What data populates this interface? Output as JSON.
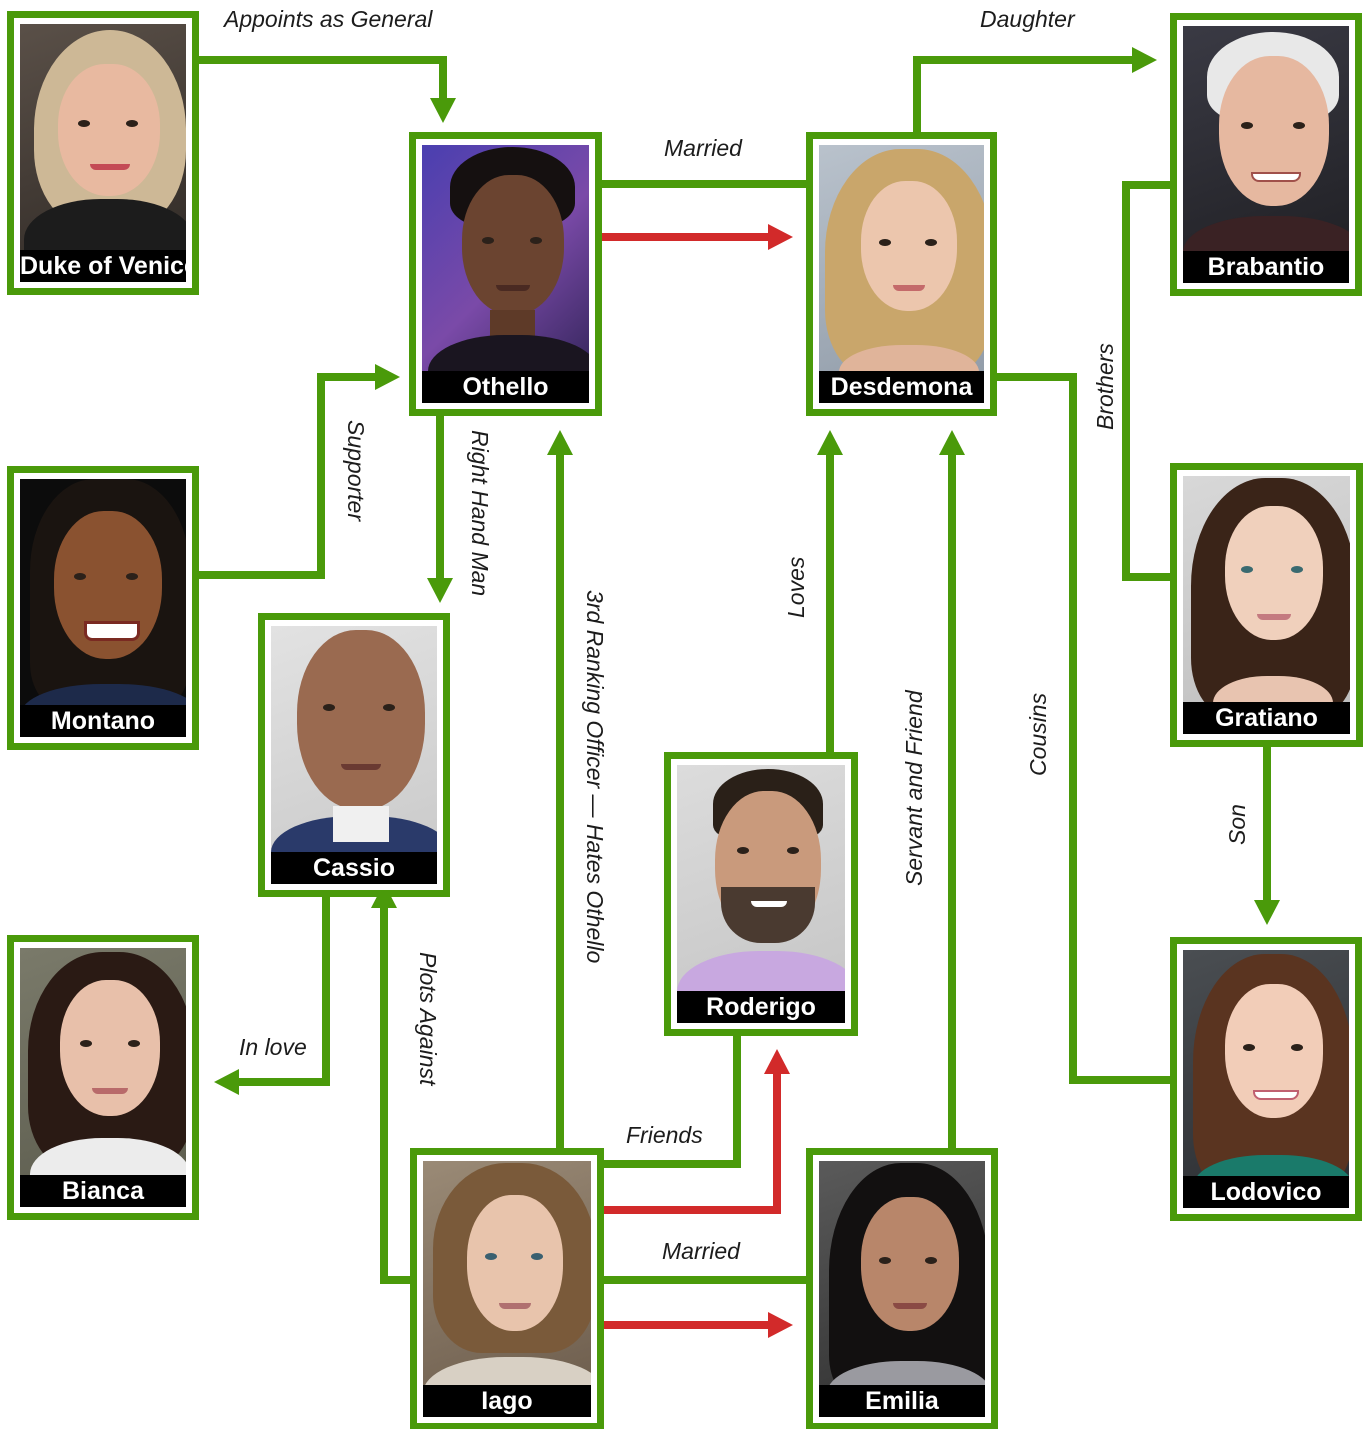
{
  "colors": {
    "accent_green": "#4a9a0a",
    "accent_red": "#d22a2a",
    "label_bg": "#000000",
    "label_text": "#ffffff"
  },
  "characters": {
    "duke": "Duke of Venice",
    "othello": "Othello",
    "desdemona": "Desdemona",
    "brabantio": "Brabantio",
    "montano": "Montano",
    "cassio": "Cassio",
    "gratiano": "Gratiano",
    "roderigo": "Roderigo",
    "bianca": "Bianca",
    "lodovico": "Lodovico",
    "iago": "Iago",
    "emilia": "Emilia"
  },
  "relationships": {
    "appoints": "Appoints as General",
    "married_top": "Married",
    "daughter": "Daughter",
    "supporter": "Supporter",
    "right_hand": "Right Hand Man",
    "third_rank": "3rd Ranking Officer — Hates Othello",
    "loves": "Loves",
    "servant": "Servant and Friend",
    "cousins": "Cousins",
    "brothers": "Brothers",
    "son": "Son",
    "in_love": "In love",
    "plots": "Plots Against",
    "friends": "Friends",
    "married_bottom": "Married"
  }
}
